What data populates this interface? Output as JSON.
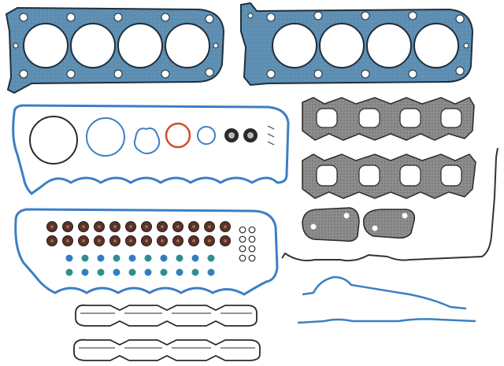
{
  "image": {
    "description_hidden": "",
    "palette": {
      "background": "#ffffff",
      "head_gasket_fill": "#5f8fb0",
      "head_gasket_edge": "#1f2f3c",
      "blue_seal": "#3c7fc5",
      "dark_seal": "#2a2a2a",
      "graphite": "#7a7a7a",
      "rubber_brown": "#5a3328",
      "orange_ring": "#d24a2a",
      "thin_black": "#333333"
    },
    "components": [
      {
        "id": "head-gasket-left",
        "kind": "head-gasket"
      },
      {
        "id": "head-gasket-right",
        "kind": "head-gasket"
      },
      {
        "id": "valve-cover-gasket-upper",
        "kind": "valve-cover-gasket"
      },
      {
        "id": "valve-cover-gasket-lower",
        "kind": "valve-cover-gasket"
      },
      {
        "id": "exhaust-manifold-gasket-upper",
        "kind": "exhaust-manifold-gasket"
      },
      {
        "id": "exhaust-manifold-gasket-lower",
        "kind": "exhaust-manifold-gasket"
      },
      {
        "id": "intake-manifold-gasket-upper",
        "kind": "intake-gasket"
      },
      {
        "id": "intake-manifold-gasket-lower",
        "kind": "intake-gasket"
      },
      {
        "id": "valve-stem-seals",
        "kind": "valve-stem-seal-set"
      },
      {
        "id": "timing-cover-seal",
        "kind": "wire-seal"
      },
      {
        "id": "blue-strip-seals",
        "kind": "strip-seal"
      }
    ]
  }
}
